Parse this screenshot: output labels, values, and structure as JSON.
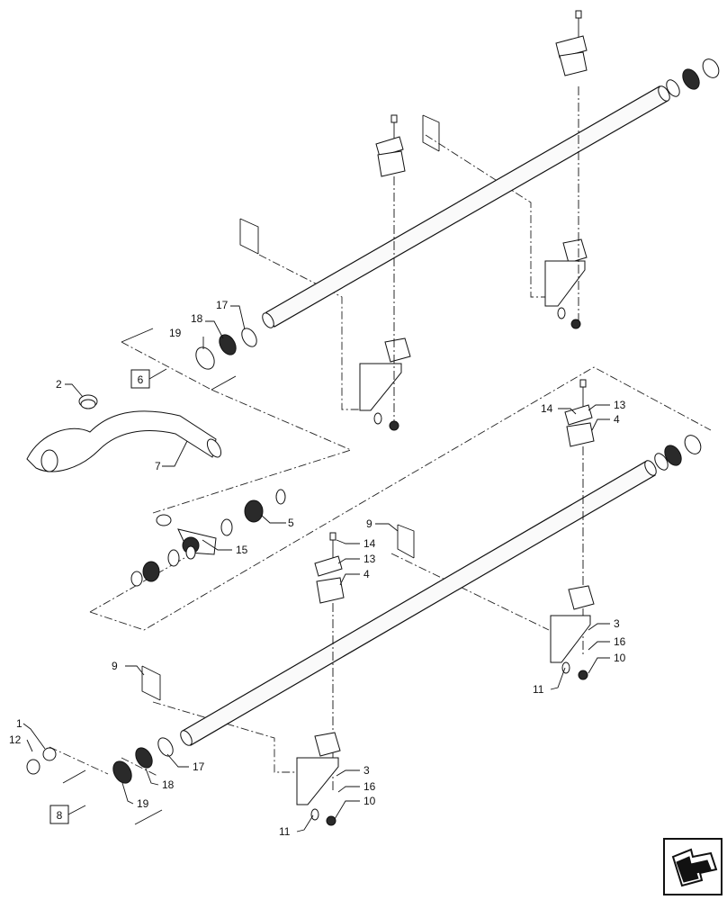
{
  "diagram": {
    "callouts": {
      "c1": "1",
      "c2": "2",
      "c3a": "3",
      "c3b": "3",
      "c4a": "4",
      "c4b": "4",
      "c5": "5",
      "c9a": "9",
      "c9b": "9",
      "c10a": "10",
      "c10b": "10",
      "c11a": "11",
      "c11b": "11",
      "c12": "12",
      "c13a": "13",
      "c13b": "13",
      "c14a": "14",
      "c14b": "14",
      "c15": "15",
      "c16a": "16",
      "c16b": "16",
      "c17a": "17",
      "c17b": "17",
      "c18a": "18",
      "c18b": "18",
      "c19a": "19",
      "c19b": "19",
      "c7": "7"
    },
    "boxed_callouts": {
      "b6": "6",
      "b8": "8"
    },
    "nav_icon": "return-arrow-icon"
  }
}
